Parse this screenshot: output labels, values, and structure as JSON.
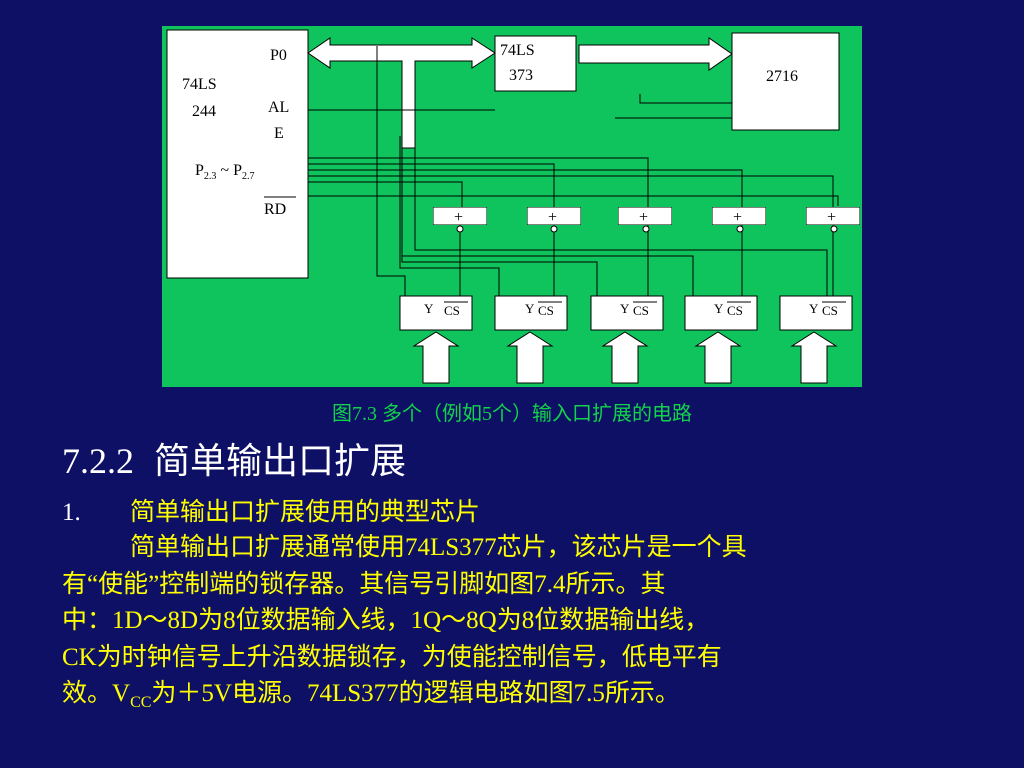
{
  "diagram": {
    "chip_244": {
      "line1": "74LS",
      "line2": "244",
      "pin_p0": "P0",
      "pin_ale_1": "AL",
      "pin_ale_2": "E",
      "pin_p2_left": "P",
      "pin_p2_left_sub": "2.3",
      "pin_p2_tilde": "~",
      "pin_p2_right": "P",
      "pin_p2_right_sub": "2.7",
      "pin_rd": "RD"
    },
    "chip_373": {
      "line1": "74LS",
      "line2": "373"
    },
    "chip_2716": {
      "label": "2716"
    },
    "or_gate_symbol": "+",
    "port_pin_y": "Y",
    "port_pin_cs": "CS",
    "colors": {
      "board": "#0fc45c",
      "background": "#0d1065",
      "text": "#12d14b",
      "heading": "#ffff00"
    }
  },
  "caption": "图7.3   多个（例如5个）输入口扩展的电路",
  "section": {
    "number": "7.2.2",
    "title": "简单输出口扩展"
  },
  "subheading": {
    "index": "1.",
    "text": "简单输出口扩展使用的典型芯片"
  },
  "paragraph": {
    "l1": "简单输出口扩展通常使用74LS377芯片，该芯片是一个具",
    "l2": "有“使能”控制端的锁存器。其信号引脚如图7.4所示。其",
    "l3": "中：1D～8D为8位数据输入线，1Q～8Q为8位数据输出线，",
    "l4": "CK为时钟信号上升沿数据锁存，为使能控制信号，低电平有",
    "l5a": "效。V",
    "l5sub": "CC",
    "l5b": "为＋5V电源。74LS377的逻辑电路如图7.5所示。"
  }
}
